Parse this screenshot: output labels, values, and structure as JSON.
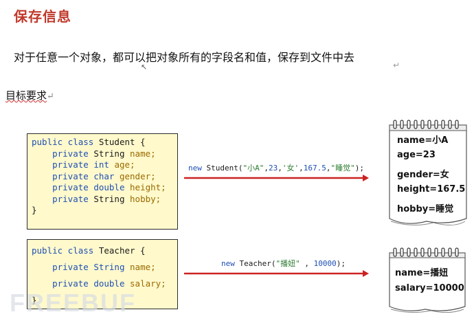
{
  "header": {
    "title": "保存信息",
    "description": "对于任意一个对象，都可以把对象所有的字段名和值，保存到文件中去",
    "para_mark": "↵"
  },
  "requirement": {
    "label": "目标要求",
    "para_mark": "↵"
  },
  "student_class": {
    "header": "public class Student {",
    "fields": [
      {
        "mod": "private",
        "type": "String",
        "name": "name;"
      },
      {
        "mod": "private",
        "type": "int",
        "name": "age;"
      },
      {
        "mod": "private",
        "type": "char",
        "name": "gender;"
      },
      {
        "mod": "private",
        "type": "double",
        "name": "height;"
      },
      {
        "mod": "private",
        "type": "String",
        "name": "hobby;"
      }
    ],
    "close": "}"
  },
  "teacher_class": {
    "header": "public class Teacher {",
    "fields": [
      {
        "mod": "private",
        "type": "String",
        "name": "name;"
      },
      {
        "mod": "private",
        "type": "double",
        "name": "salary;"
      }
    ],
    "close": "}"
  },
  "student_call": {
    "kw": "new",
    "cls": " Student(",
    "a1": "\"小A\"",
    "c1": ",",
    "a2": "23",
    "c2": ",",
    "a3": "'女'",
    "c3": ",",
    "a4": "167.5",
    "c4": ",",
    "a5": "\"睡觉\"",
    "end": ");"
  },
  "teacher_call": {
    "kw": "new",
    "cls": " Teacher(",
    "a1": "\"播妞\"",
    "c1": " , ",
    "a2": "10000",
    "end": ");"
  },
  "student_note": {
    "lines": [
      "name=小A",
      "age=23",
      "gender=女",
      "height=167.5",
      "hobby=睡觉"
    ]
  },
  "teacher_note": {
    "lines": [
      "name=播妞",
      "salary=10000"
    ]
  },
  "watermark": "FREEBUF",
  "colors": {
    "title": "#c0392b",
    "arrow": "#cc2222",
    "code_bg": "#fff9cc"
  }
}
